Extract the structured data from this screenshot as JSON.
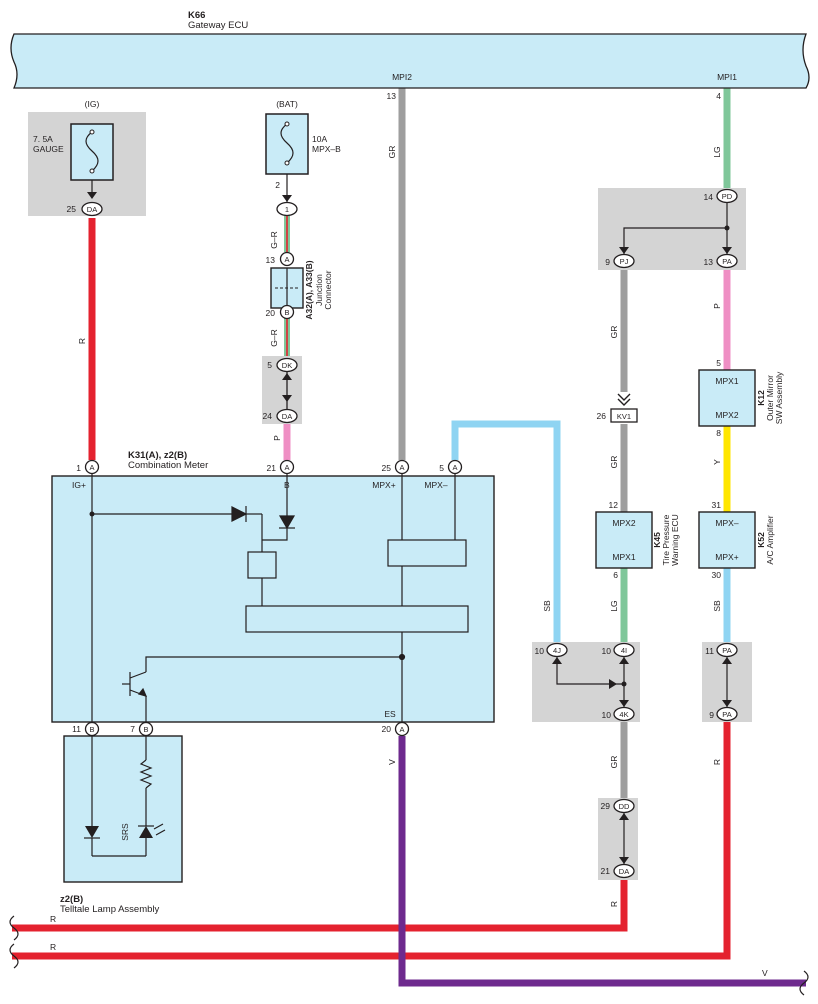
{
  "ecu": {
    "ref": "K66",
    "name": "Gateway ECU",
    "mpi2": "MPI2",
    "mpi1": "MPI1",
    "pin13": "13",
    "pin4": "4"
  },
  "fuse_ig": {
    "supply": "(IG)",
    "rating": "7. 5A",
    "name": "GAUGE",
    "pin": "25",
    "conn": "DA",
    "wire": "R"
  },
  "fuse_bat": {
    "supply": "(BAT)",
    "rating": "10A",
    "name": "MPX–B",
    "pin": "2",
    "conn": "1",
    "wire_a": "G–R",
    "wire_b": "G–R"
  },
  "junction": {
    "ref": "A32(A), A33(B)",
    "name1": "Junction",
    "name2": "Connector",
    "pin_a": "13",
    "conn_a": "A",
    "pin_b": "20",
    "conn_b": "B"
  },
  "dk_block": {
    "pin_dk": "5",
    "conn_dk": "DK",
    "pin_da": "24",
    "conn_da": "DA",
    "wire": "P"
  },
  "meter": {
    "ref": "K31(A), z2(B)",
    "name": "Combination Meter",
    "pins_top": [
      {
        "num": "1",
        "conn": "A",
        "label": "IG+"
      },
      {
        "num": "21",
        "conn": "A",
        "label": "B"
      },
      {
        "num": "25",
        "conn": "A",
        "label": "MPX+"
      },
      {
        "num": "5",
        "conn": "A",
        "label": "MPX–"
      }
    ],
    "pins_bottom": [
      {
        "num": "11",
        "conn": "B"
      },
      {
        "num": "7",
        "conn": "B"
      },
      {
        "num": "20",
        "conn": "A",
        "label": "ES"
      }
    ]
  },
  "telltale": {
    "ref": "z2(B)",
    "name": "Telltale Lamp Assembly",
    "led": "SRS"
  },
  "gr_wire": "GR",
  "right_top": {
    "pin_pd": "14",
    "conn_pd": "PD",
    "pin_pj": "9",
    "conn_pj": "PJ",
    "pin_pa": "13",
    "conn_pa": "PA",
    "wire_lg": "LG",
    "wire_gr": "GR",
    "wire_p": "P"
  },
  "kv": {
    "pin": "26",
    "conn": "KV1",
    "wire": "GR"
  },
  "k12": {
    "ref": "K12",
    "name1": "Outer Mirror",
    "name2": "SW Assembly",
    "pin_top": "5",
    "pin_bot": "8",
    "mpx1": "MPX1",
    "mpx2": "MPX2",
    "wire_y": "Y"
  },
  "k45": {
    "ref": "K45",
    "name1": "Tire Pressure",
    "name2": "Warning ECU",
    "pin_top": "12",
    "pin_bot": "6",
    "mpx2": "MPX2",
    "mpx1": "MPX1",
    "wire_lg": "LG"
  },
  "k52": {
    "ref": "K52",
    "name": "A/C Amplifier",
    "pin_top": "31",
    "pin_bot": "30",
    "mpx_minus": "MPX–",
    "mpx_plus": "MPX+",
    "wire_sb": "SB"
  },
  "sb_left": "SB",
  "mid_block": {
    "pin_4j": "10",
    "conn_4j": "4J",
    "pin_4i": "10",
    "conn_4i": "4I",
    "pin_4k": "10",
    "conn_4k": "4K",
    "wire_gr": "GR"
  },
  "pa_block": {
    "pin_top": "11",
    "conn_top": "PA",
    "pin_bot": "9",
    "conn_bot": "PA",
    "wire_r": "R"
  },
  "dd_block": {
    "pin_dd": "29",
    "conn_dd": "DD",
    "pin_da": "21",
    "conn_da": "DA",
    "wire_r": "R"
  },
  "es_wire": "V",
  "bottom": {
    "r1": "R",
    "r2": "R",
    "v": "V"
  },
  "colors": {
    "red": "#e4222f",
    "gray": "#9e9e9e",
    "green": "#7fc79a",
    "pink": "#ef8fc4",
    "yellow": "#ffe600",
    "skyblue": "#8fd4f2",
    "purple": "#6e2a8e",
    "panel": "#c9ebf7",
    "splice": "#d4d4d4"
  }
}
